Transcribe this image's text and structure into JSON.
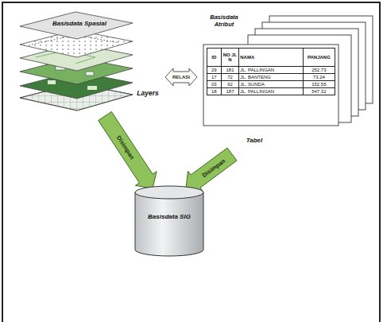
{
  "diagram": {
    "nodes": [
      {
        "text": [
          "Basisdata Spasial",
          "Layers"
        ]
      },
      {
        "text": [
          "Basisdata Atribut",
          "Tabel"
        ]
      },
      {
        "text": [
          "Basisdata SIG"
        ]
      }
    ],
    "edges": [
      {
        "from": 0,
        "to": 1,
        "arrow": "both",
        "label": "RELASI"
      },
      {
        "from": 0,
        "to": 2,
        "arrow": "to",
        "label": "Disimpan"
      },
      {
        "from": 1,
        "to": 2,
        "arrow": "to",
        "label": "Disimpan"
      }
    ],
    "labels": [
      "ID",
      "NO JLN",
      "NAMA",
      "PANJANG",
      "29",
      "181",
      "JL. PALLINGAN",
      "252.73",
      "17",
      "72",
      "JL. BANTENG",
      "73.24",
      "03",
      "62",
      "JL. SUNDA",
      "152.55",
      "18",
      "187",
      "JL. PALLINGAN",
      "547.32"
    ]
  }
}
